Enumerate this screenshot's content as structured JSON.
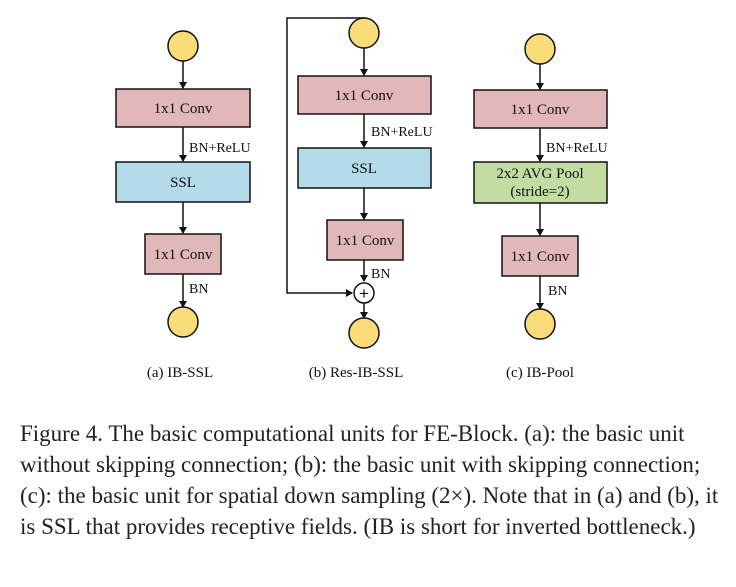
{
  "colors": {
    "circle": "#fbdc7a",
    "conv": "#e1b7b7",
    "ssl": "#b4dbe9",
    "pool": "#c2dca2",
    "stroke": "#111111"
  },
  "columns": [
    {
      "title": "(a) IB-SSL",
      "boxes": [
        "1x1 Conv",
        "SSL",
        "1x1 Conv"
      ],
      "edge_labels": [
        "BN+ReLU",
        "BN"
      ]
    },
    {
      "title": "(b) Res-IB-SSL",
      "boxes": [
        "1x1 Conv",
        "SSL",
        "1x1 Conv"
      ],
      "edge_labels": [
        "BN+ReLU",
        "BN"
      ],
      "sum_symbol": "+"
    },
    {
      "title": "(c) IB-Pool",
      "boxes": [
        "1x1 Conv",
        "2x2 AVG Pool",
        "1x1 Conv"
      ],
      "box_sublines": [
        "",
        "(stride=2)",
        ""
      ],
      "edge_labels": [
        "BN+ReLU",
        "BN"
      ]
    }
  ],
  "caption": "Figure 4. The basic computational units for FE-Block. (a): the basic unit without skipping connection; (b): the basic unit with skipping connection; (c): the basic unit for spatial down sampling (2×). Note that in (a) and (b), it is SSL that provides receptive fields. (IB is short for inverted bottleneck.)"
}
